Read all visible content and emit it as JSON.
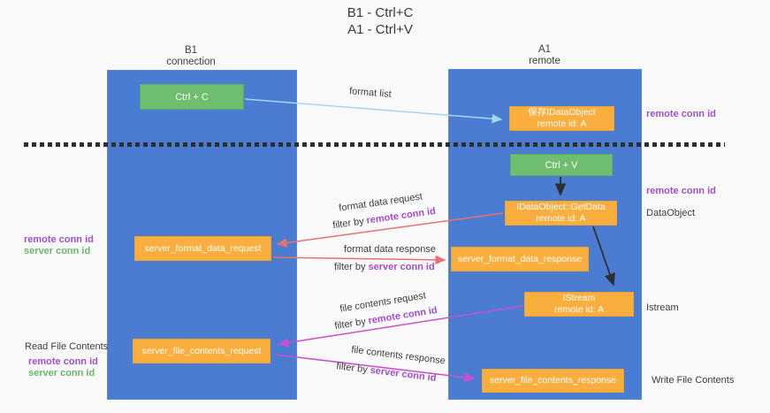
{
  "title": {
    "line1": "B1 - Ctrl+C",
    "line2": "A1 - Ctrl+V"
  },
  "lanes": {
    "left": {
      "title": "B1",
      "subtitle": "connection"
    },
    "right": {
      "title": "A1",
      "subtitle": "remote"
    }
  },
  "boxes": {
    "ctrl_c": {
      "label": "Ctrl + C"
    },
    "ctrl_v": {
      "label": "Ctrl + V"
    },
    "save_dataobject": {
      "line1": "保存IDataObject",
      "line2": "remote id: A"
    },
    "getdata": {
      "line1": "IDataObject::GetData",
      "line2": "remote id: A"
    },
    "istream": {
      "line1": "IStream",
      "line2": "remote id: A"
    },
    "format_request": {
      "label": "server_format_data_request"
    },
    "format_response": {
      "label": "server_format_data_response"
    },
    "file_request": {
      "label": "server_file_contents_request"
    },
    "file_response": {
      "label": "server_file_contents_response"
    }
  },
  "side_labels": {
    "remote_conn_id": "remote conn id",
    "server_conn_id": "server conn id",
    "dataobject": "DataObject",
    "istream": "Istream",
    "read_file_contents": "Read File Contents",
    "write_file_contents": "Write File Contents"
  },
  "arrow_labels": {
    "format_list": "format list",
    "format_data_request": "format data request",
    "format_data_response": "format data response",
    "file_contents_request": "file contents request",
    "file_contents_response": "file contents response",
    "filter_by": "filter by ",
    "remote_conn_id": "remote conn id",
    "server_conn_id": "server conn id"
  },
  "colors": {
    "background": "#fafafa",
    "lane_blue": "#4a7dd2",
    "box_green": "#6fbe6f",
    "box_orange": "#f9ae3d",
    "arrow_light_blue": "#a6d5f2",
    "arrow_red": "#e87070",
    "arrow_magenta": "#cb4fcb",
    "arrow_black": "#2f2f2f",
    "text_purple": "#a24ccf",
    "text_green": "#67b868",
    "text_dark": "#3d3d3d"
  }
}
